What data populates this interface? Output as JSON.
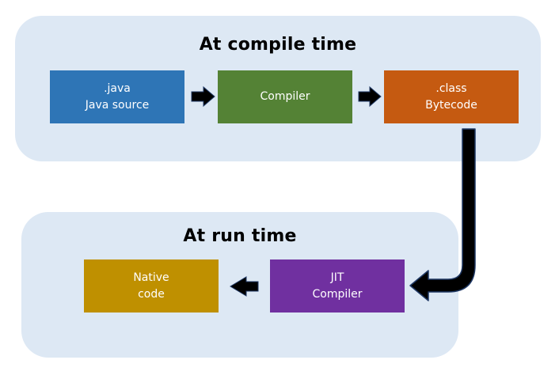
{
  "compile_panel": {
    "title": "At compile time",
    "java_box": {
      "line1": ".java",
      "line2": "Java source"
    },
    "compiler_box": {
      "label": "Compiler"
    },
    "class_box": {
      "line1": ".class",
      "line2": "Bytecode"
    }
  },
  "run_panel": {
    "title": "At run time",
    "jit_box": {
      "line1": "JIT",
      "line2": "Compiler"
    },
    "native_box": {
      "line1": "Native",
      "line2": "code"
    }
  },
  "colors": {
    "panel_background": "#dde8f4",
    "java_box": "#2e75b6",
    "compiler_box": "#548235",
    "class_box": "#c55a11",
    "jit_box": "#7030a0",
    "native_box": "#bf9000",
    "arrow_fill": "#000000",
    "arrow_outline": "#1f3864"
  }
}
